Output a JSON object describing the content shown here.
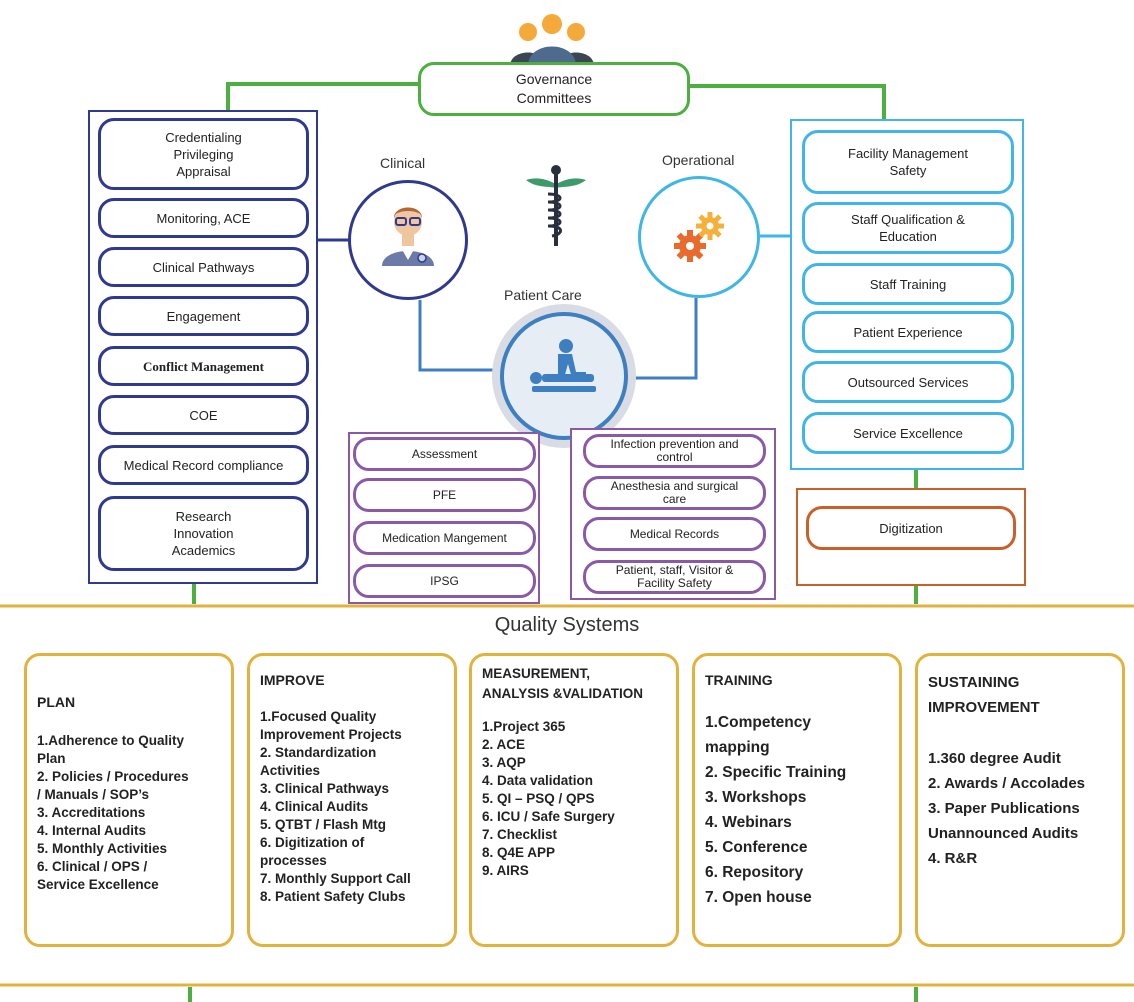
{
  "header": {
    "governance": "Governance\nCommittees"
  },
  "labels": {
    "clinical": "Clinical",
    "operational": "Operational",
    "patient_care": "Patient Care",
    "quality_systems": "Quality Systems"
  },
  "clinical_items": [
    "Credentialing\nPrivileging\nAppraisal",
    "Monitoring, ACE",
    "Clinical Pathways",
    "Engagement",
    "Conflict Management",
    "COE",
    "Medical Record compliance",
    "Research\nInnovation\nAcademics"
  ],
  "operational_items": [
    "Facility Management\nSafety",
    "Staff Qualification &\nEducation",
    "Staff Training",
    "Patient Experience",
    "Outsourced Services",
    "Service Excellence"
  ],
  "digitization": "Digitization",
  "patient_care_left": [
    "Assessment",
    "PFE",
    "Medication Mangement",
    "IPSG"
  ],
  "patient_care_right": [
    "Infection prevention and\ncontrol",
    "Anesthesia and surgical\ncare",
    "Medical Records",
    "Patient, staff, Visitor &\nFacility Safety"
  ],
  "quality_cards": [
    {
      "title": "PLAN",
      "items": [
        "1.Adherence to Quality\nPlan",
        "2. Policies / Procedures\n/ Manuals / SOP’s",
        "3. Accreditations",
        "4. Internal Audits",
        "5. Monthly Activities",
        "6. Clinical / OPS /\nService Excellence"
      ]
    },
    {
      "title": "IMPROVE",
      "items": [
        "1.Focused Quality\nImprovement Projects",
        "2. Standardization\nActivities",
        "3. Clinical Pathways",
        "4. Clinical Audits",
        "5. QTBT / Flash Mtg",
        "6. Digitization of\nprocesses",
        "7. Monthly Support Call",
        "8. Patient Safety Clubs"
      ]
    },
    {
      "title": "MEASUREMENT,\nANALYSIS &VALIDATION",
      "items": [
        "1.Project 365",
        "2. ACE",
        "3. AQP",
        "4. Data validation",
        "5. QI – PSQ / QPS",
        "6. ICU / Safe Surgery",
        "7. Checklist",
        "8. Q4E APP",
        "9. AIRS"
      ]
    },
    {
      "title": "TRAINING",
      "items": [
        "1.Competency\nmapping",
        "2. Specific Training",
        "3. Workshops",
        "4. Webinars",
        "5. Conference",
        "6. Repository",
        "7. Open house"
      ]
    },
    {
      "title": "SUSTAINING\nIMPROVEMENT",
      "items": [
        "1.360 degree Audit",
        "2. Awards  / Accolades",
        "3. Paper Publications",
        "Unannounced Audits",
        "4. R&R"
      ]
    }
  ],
  "icons": [
    "people-group-icon",
    "doctor-icon",
    "caduceus-icon",
    "gears-icon",
    "patient-care-icon"
  ],
  "colors": {
    "green": "#4caf3f",
    "navy": "#2f3a8f",
    "cyan": "#3fb6e6",
    "purple": "#8a5aa8",
    "orange": "#c9602a",
    "gold": "#e3b23c",
    "steel": "#3d7fc1"
  }
}
